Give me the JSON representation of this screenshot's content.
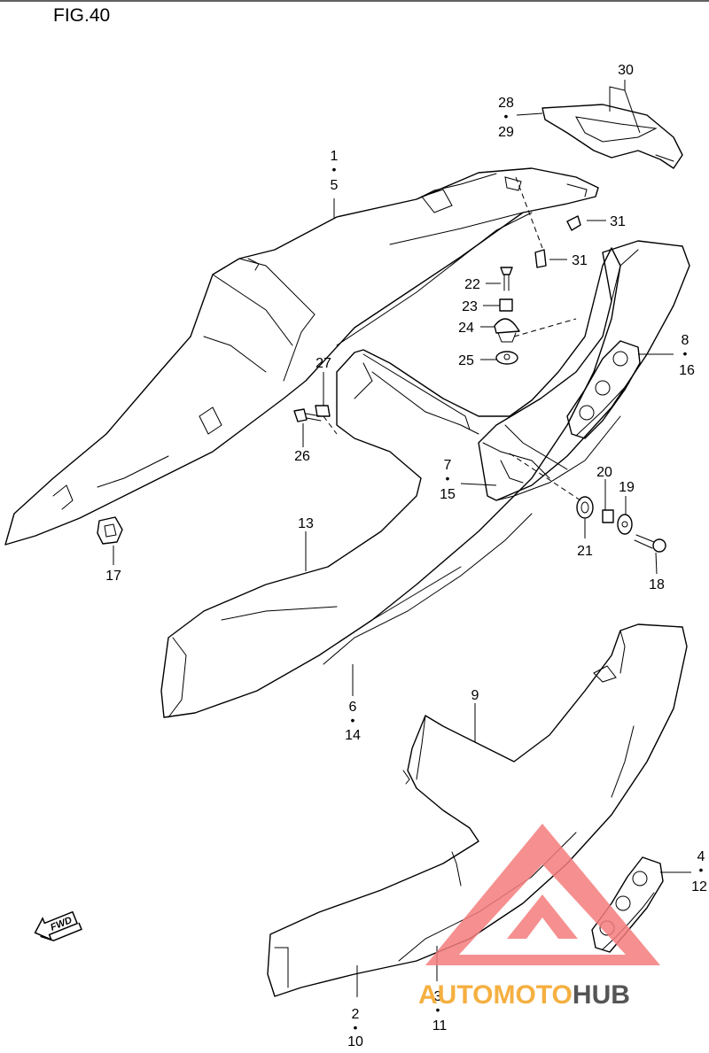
{
  "figure": {
    "title": "FIG.40"
  },
  "callouts": [
    {
      "id": "c1",
      "lines": [
        "1",
        "5"
      ]
    },
    {
      "id": "c2",
      "lines": [
        "28",
        "29"
      ]
    },
    {
      "id": "c3",
      "lines": [
        "30"
      ]
    },
    {
      "id": "c4",
      "lines": [
        "31"
      ]
    },
    {
      "id": "c5",
      "lines": [
        "31"
      ]
    },
    {
      "id": "c6",
      "lines": [
        "22"
      ]
    },
    {
      "id": "c7",
      "lines": [
        "23"
      ]
    },
    {
      "id": "c8",
      "lines": [
        "24"
      ]
    },
    {
      "id": "c9",
      "lines": [
        "25"
      ]
    },
    {
      "id": "c10",
      "lines": [
        "8",
        "16"
      ]
    },
    {
      "id": "c11",
      "lines": [
        "27"
      ]
    },
    {
      "id": "c12",
      "lines": [
        "26"
      ]
    },
    {
      "id": "c13",
      "lines": [
        "7",
        "15"
      ]
    },
    {
      "id": "c14",
      "lines": [
        "20"
      ]
    },
    {
      "id": "c15",
      "lines": [
        "19"
      ]
    },
    {
      "id": "c16",
      "lines": [
        "21"
      ]
    },
    {
      "id": "c17",
      "lines": [
        "18"
      ]
    },
    {
      "id": "c18",
      "lines": [
        "17"
      ]
    },
    {
      "id": "c19",
      "lines": [
        "13"
      ]
    },
    {
      "id": "c20",
      "lines": [
        "6",
        "14"
      ]
    },
    {
      "id": "c21",
      "lines": [
        "9"
      ]
    },
    {
      "id": "c22",
      "lines": [
        "4",
        "12"
      ]
    },
    {
      "id": "c23",
      "lines": [
        "2",
        "10"
      ]
    },
    {
      "id": "c24",
      "lines": [
        "3",
        "11"
      ]
    }
  ],
  "fwd_badge": {
    "text": "FWD"
  },
  "logo": {
    "text_a": "AUTOMOTO",
    "text_b": "HUB",
    "colors": {
      "triangle": "#f47c7c",
      "text_a": "#f5b041",
      "text_b": "#555555"
    }
  }
}
